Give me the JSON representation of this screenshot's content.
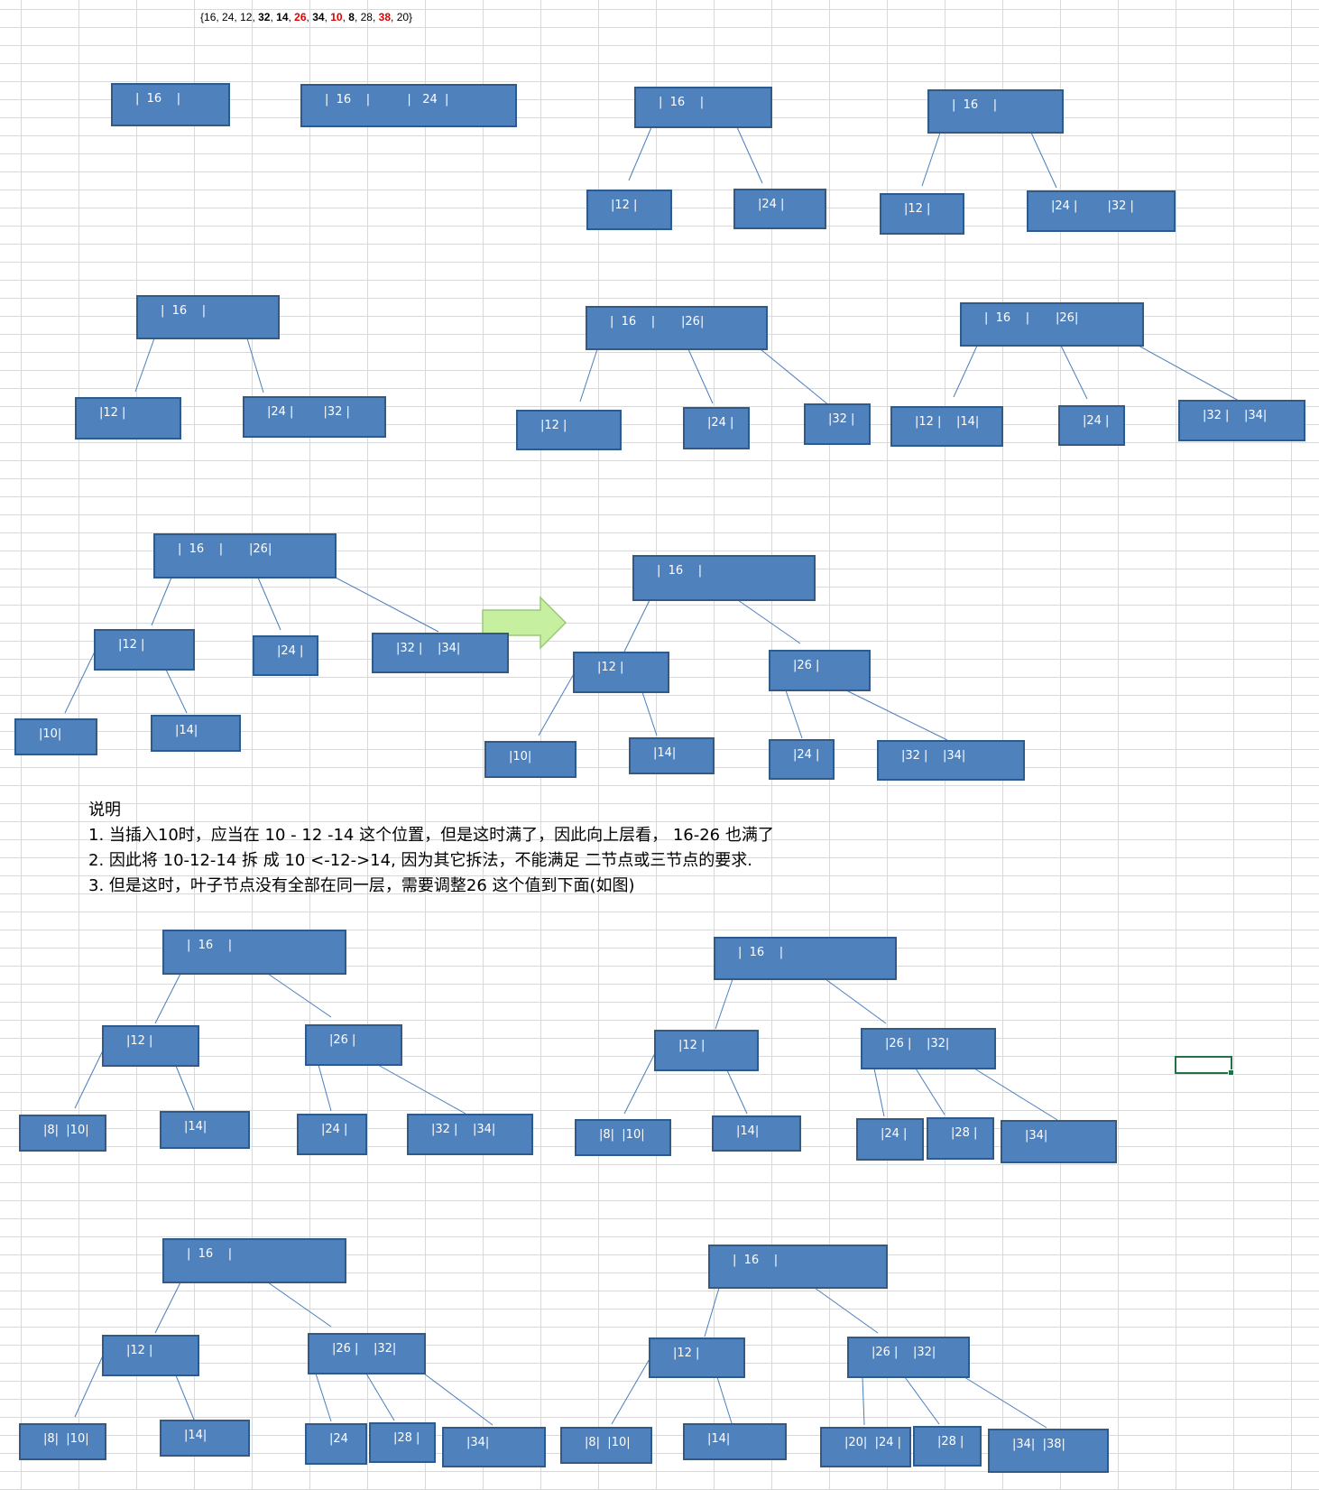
{
  "sequence": [
    {
      "text": "{",
      "style": "plain"
    },
    {
      "text": "16",
      "style": "plain"
    },
    {
      "text": ", ",
      "style": "plain"
    },
    {
      "text": "24",
      "style": "plain"
    },
    {
      "text": ", ",
      "style": "plain"
    },
    {
      "text": "12",
      "style": "plain"
    },
    {
      "text": ", ",
      "style": "plain"
    },
    {
      "text": "32",
      "style": "bold"
    },
    {
      "text": ", ",
      "style": "plain"
    },
    {
      "text": "14",
      "style": "bold"
    },
    {
      "text": ", ",
      "style": "plain"
    },
    {
      "text": "26",
      "style": "red"
    },
    {
      "text": ", ",
      "style": "plain"
    },
    {
      "text": "34",
      "style": "bold"
    },
    {
      "text": ", ",
      "style": "plain"
    },
    {
      "text": "10",
      "style": "red"
    },
    {
      "text": ", ",
      "style": "plain"
    },
    {
      "text": "8",
      "style": "bold"
    },
    {
      "text": ", ",
      "style": "plain"
    },
    {
      "text": "28",
      "style": "plain"
    },
    {
      "text": ", ",
      "style": "plain"
    },
    {
      "text": "38",
      "style": "red"
    },
    {
      "text": ", ",
      "style": "plain"
    },
    {
      "text": "20",
      "style": "plain"
    },
    {
      "text": "}",
      "style": "plain"
    }
  ],
  "notes": {
    "heading": "说明",
    "line1": "1. 当插入10时，应当在 10 - 12 -14 这个位置，但是这时满了，因此向上层看，  16-26 也满了",
    "line2": "2. 因此将 10-12-14 拆 成      10 <-12->14, 因为其它拆法，不能满足 二节点或三节点的要求.",
    "line3": "3. 但是这时，叶子节点没有全部在同一层，需要调整26 这个值到下面(如图)"
  },
  "colors": {
    "node_fill": "#4F81BD",
    "node_border": "#2E5A8C",
    "edge": "#4A7EBB",
    "arrow": "#C6EFA0",
    "grid": "#D9D9D9",
    "red": "#E00000"
  },
  "nodes": [
    {
      "id": "s1_root",
      "label": "|  16    |"
    },
    {
      "id": "s2_root",
      "label": "|  16    |          |   24  |"
    },
    {
      "id": "s3_root",
      "label": "|  16    |"
    },
    {
      "id": "s3_l",
      "label": "|12 |"
    },
    {
      "id": "s3_r",
      "label": "|24 |"
    },
    {
      "id": "s4_root",
      "label": "|  16    |"
    },
    {
      "id": "s4_l",
      "label": "|12 |"
    },
    {
      "id": "s4_r",
      "label": "|24 |        |32 |"
    },
    {
      "id": "s5_root",
      "label": "|  16    |"
    },
    {
      "id": "s5_l",
      "label": "|12 |"
    },
    {
      "id": "s5_r",
      "label": "|24 |        |32 |"
    },
    {
      "id": "s6_root",
      "label": "|  16    |       |26|"
    },
    {
      "id": "s6_a",
      "label": "|12 |"
    },
    {
      "id": "s6_b",
      "label": "|24 |"
    },
    {
      "id": "s6_c",
      "label": "|32 |"
    },
    {
      "id": "s7_root",
      "label": "|  16    |       |26|"
    },
    {
      "id": "s7_a",
      "label": "|12 |    |14|"
    },
    {
      "id": "s7_b",
      "label": "|24 |"
    },
    {
      "id": "s7_c",
      "label": "|32 |    |34|"
    },
    {
      "id": "s8_root",
      "label": "|  16    |       |26|"
    },
    {
      "id": "s8_a",
      "label": "|12 |"
    },
    {
      "id": "s8_b",
      "label": "|24 |"
    },
    {
      "id": "s8_c",
      "label": "|32 |    |34|"
    },
    {
      "id": "s8_a1",
      "label": "|10|"
    },
    {
      "id": "s8_a2",
      "label": "|14|"
    },
    {
      "id": "s9_root",
      "label": "|  16    |"
    },
    {
      "id": "s9_l",
      "label": "|12 |"
    },
    {
      "id": "s9_r",
      "label": "|26 |"
    },
    {
      "id": "s9_ll",
      "label": "|10|"
    },
    {
      "id": "s9_lr",
      "label": "|14|"
    },
    {
      "id": "s9_rl",
      "label": "|24 |"
    },
    {
      "id": "s9_rr",
      "label": "|32 |    |34|"
    },
    {
      "id": "s10_root",
      "label": "|  16    |"
    },
    {
      "id": "s10_l",
      "label": "|12 |"
    },
    {
      "id": "s10_r",
      "label": "|26 |"
    },
    {
      "id": "s10_ll",
      "label": "|8|  |10|"
    },
    {
      "id": "s10_lr",
      "label": "|14|"
    },
    {
      "id": "s10_rl",
      "label": "|24 |"
    },
    {
      "id": "s10_rr",
      "label": "|32 |    |34|"
    },
    {
      "id": "s11_root",
      "label": "|  16    |"
    },
    {
      "id": "s11_l",
      "label": "|12 |"
    },
    {
      "id": "s11_r",
      "label": "|26 |    |32|"
    },
    {
      "id": "s11_ll",
      "label": "|8|  |10|"
    },
    {
      "id": "s11_lr",
      "label": "|14|"
    },
    {
      "id": "s11_ra",
      "label": "|24 |"
    },
    {
      "id": "s11_rb",
      "label": "|28 |"
    },
    {
      "id": "s11_rc",
      "label": "|34|"
    },
    {
      "id": "s12_root",
      "label": "|  16    |"
    },
    {
      "id": "s12_l",
      "label": "|12 |"
    },
    {
      "id": "s12_r",
      "label": "|26 |    |32|"
    },
    {
      "id": "s12_ll",
      "label": "|8|  |10|"
    },
    {
      "id": "s12_lr",
      "label": "|14|"
    },
    {
      "id": "s12_ra",
      "label": "|24"
    },
    {
      "id": "s12_rb",
      "label": "|28 |"
    },
    {
      "id": "s12_rc",
      "label": "|34|"
    },
    {
      "id": "s13_root",
      "label": "|  16    |"
    },
    {
      "id": "s13_l",
      "label": "|12 |"
    },
    {
      "id": "s13_r",
      "label": "|26 |    |32|"
    },
    {
      "id": "s13_ll",
      "label": "|8|  |10|"
    },
    {
      "id": "s13_lr",
      "label": "|14|"
    },
    {
      "id": "s13_ra",
      "label": "|20|  |24 |"
    },
    {
      "id": "s13_rb",
      "label": "|28 |"
    },
    {
      "id": "s13_rc",
      "label": "|34|  |38|"
    }
  ],
  "edges": [
    [
      "s3_root",
      "s3_l"
    ],
    [
      "s3_root",
      "s3_r"
    ],
    [
      "s4_root",
      "s4_l"
    ],
    [
      "s4_root",
      "s4_r"
    ],
    [
      "s5_root",
      "s5_l"
    ],
    [
      "s5_root",
      "s5_r"
    ],
    [
      "s6_root",
      "s6_a"
    ],
    [
      "s6_root",
      "s6_b"
    ],
    [
      "s6_root",
      "s6_c"
    ],
    [
      "s7_root",
      "s7_a"
    ],
    [
      "s7_root",
      "s7_b"
    ],
    [
      "s7_root",
      "s7_c"
    ],
    [
      "s8_root",
      "s8_a"
    ],
    [
      "s8_root",
      "s8_b"
    ],
    [
      "s8_root",
      "s8_c"
    ],
    [
      "s8_a",
      "s8_a1"
    ],
    [
      "s8_a",
      "s8_a2"
    ],
    [
      "s9_root",
      "s9_l"
    ],
    [
      "s9_root",
      "s9_r"
    ],
    [
      "s9_l",
      "s9_ll"
    ],
    [
      "s9_l",
      "s9_lr"
    ],
    [
      "s9_r",
      "s9_rl"
    ],
    [
      "s9_r",
      "s9_rr"
    ],
    [
      "s10_root",
      "s10_l"
    ],
    [
      "s10_root",
      "s10_r"
    ],
    [
      "s10_l",
      "s10_ll"
    ],
    [
      "s10_l",
      "s10_lr"
    ],
    [
      "s10_r",
      "s10_rl"
    ],
    [
      "s10_r",
      "s10_rr"
    ],
    [
      "s11_root",
      "s11_l"
    ],
    [
      "s11_root",
      "s11_r"
    ],
    [
      "s11_l",
      "s11_ll"
    ],
    [
      "s11_l",
      "s11_lr"
    ],
    [
      "s11_r",
      "s11_ra"
    ],
    [
      "s11_r",
      "s11_rb"
    ],
    [
      "s11_r",
      "s11_rc"
    ],
    [
      "s12_root",
      "s12_l"
    ],
    [
      "s12_root",
      "s12_r"
    ],
    [
      "s12_l",
      "s12_ll"
    ],
    [
      "s12_l",
      "s12_lr"
    ],
    [
      "s12_r",
      "s12_ra"
    ],
    [
      "s12_r",
      "s12_rb"
    ],
    [
      "s12_r",
      "s12_rc"
    ],
    [
      "s13_root",
      "s13_l"
    ],
    [
      "s13_root",
      "s13_r"
    ],
    [
      "s13_l",
      "s13_ll"
    ],
    [
      "s13_l",
      "s13_lr"
    ],
    [
      "s13_r",
      "s13_ra"
    ],
    [
      "s13_r",
      "s13_rb"
    ],
    [
      "s13_r",
      "s13_rc"
    ]
  ]
}
